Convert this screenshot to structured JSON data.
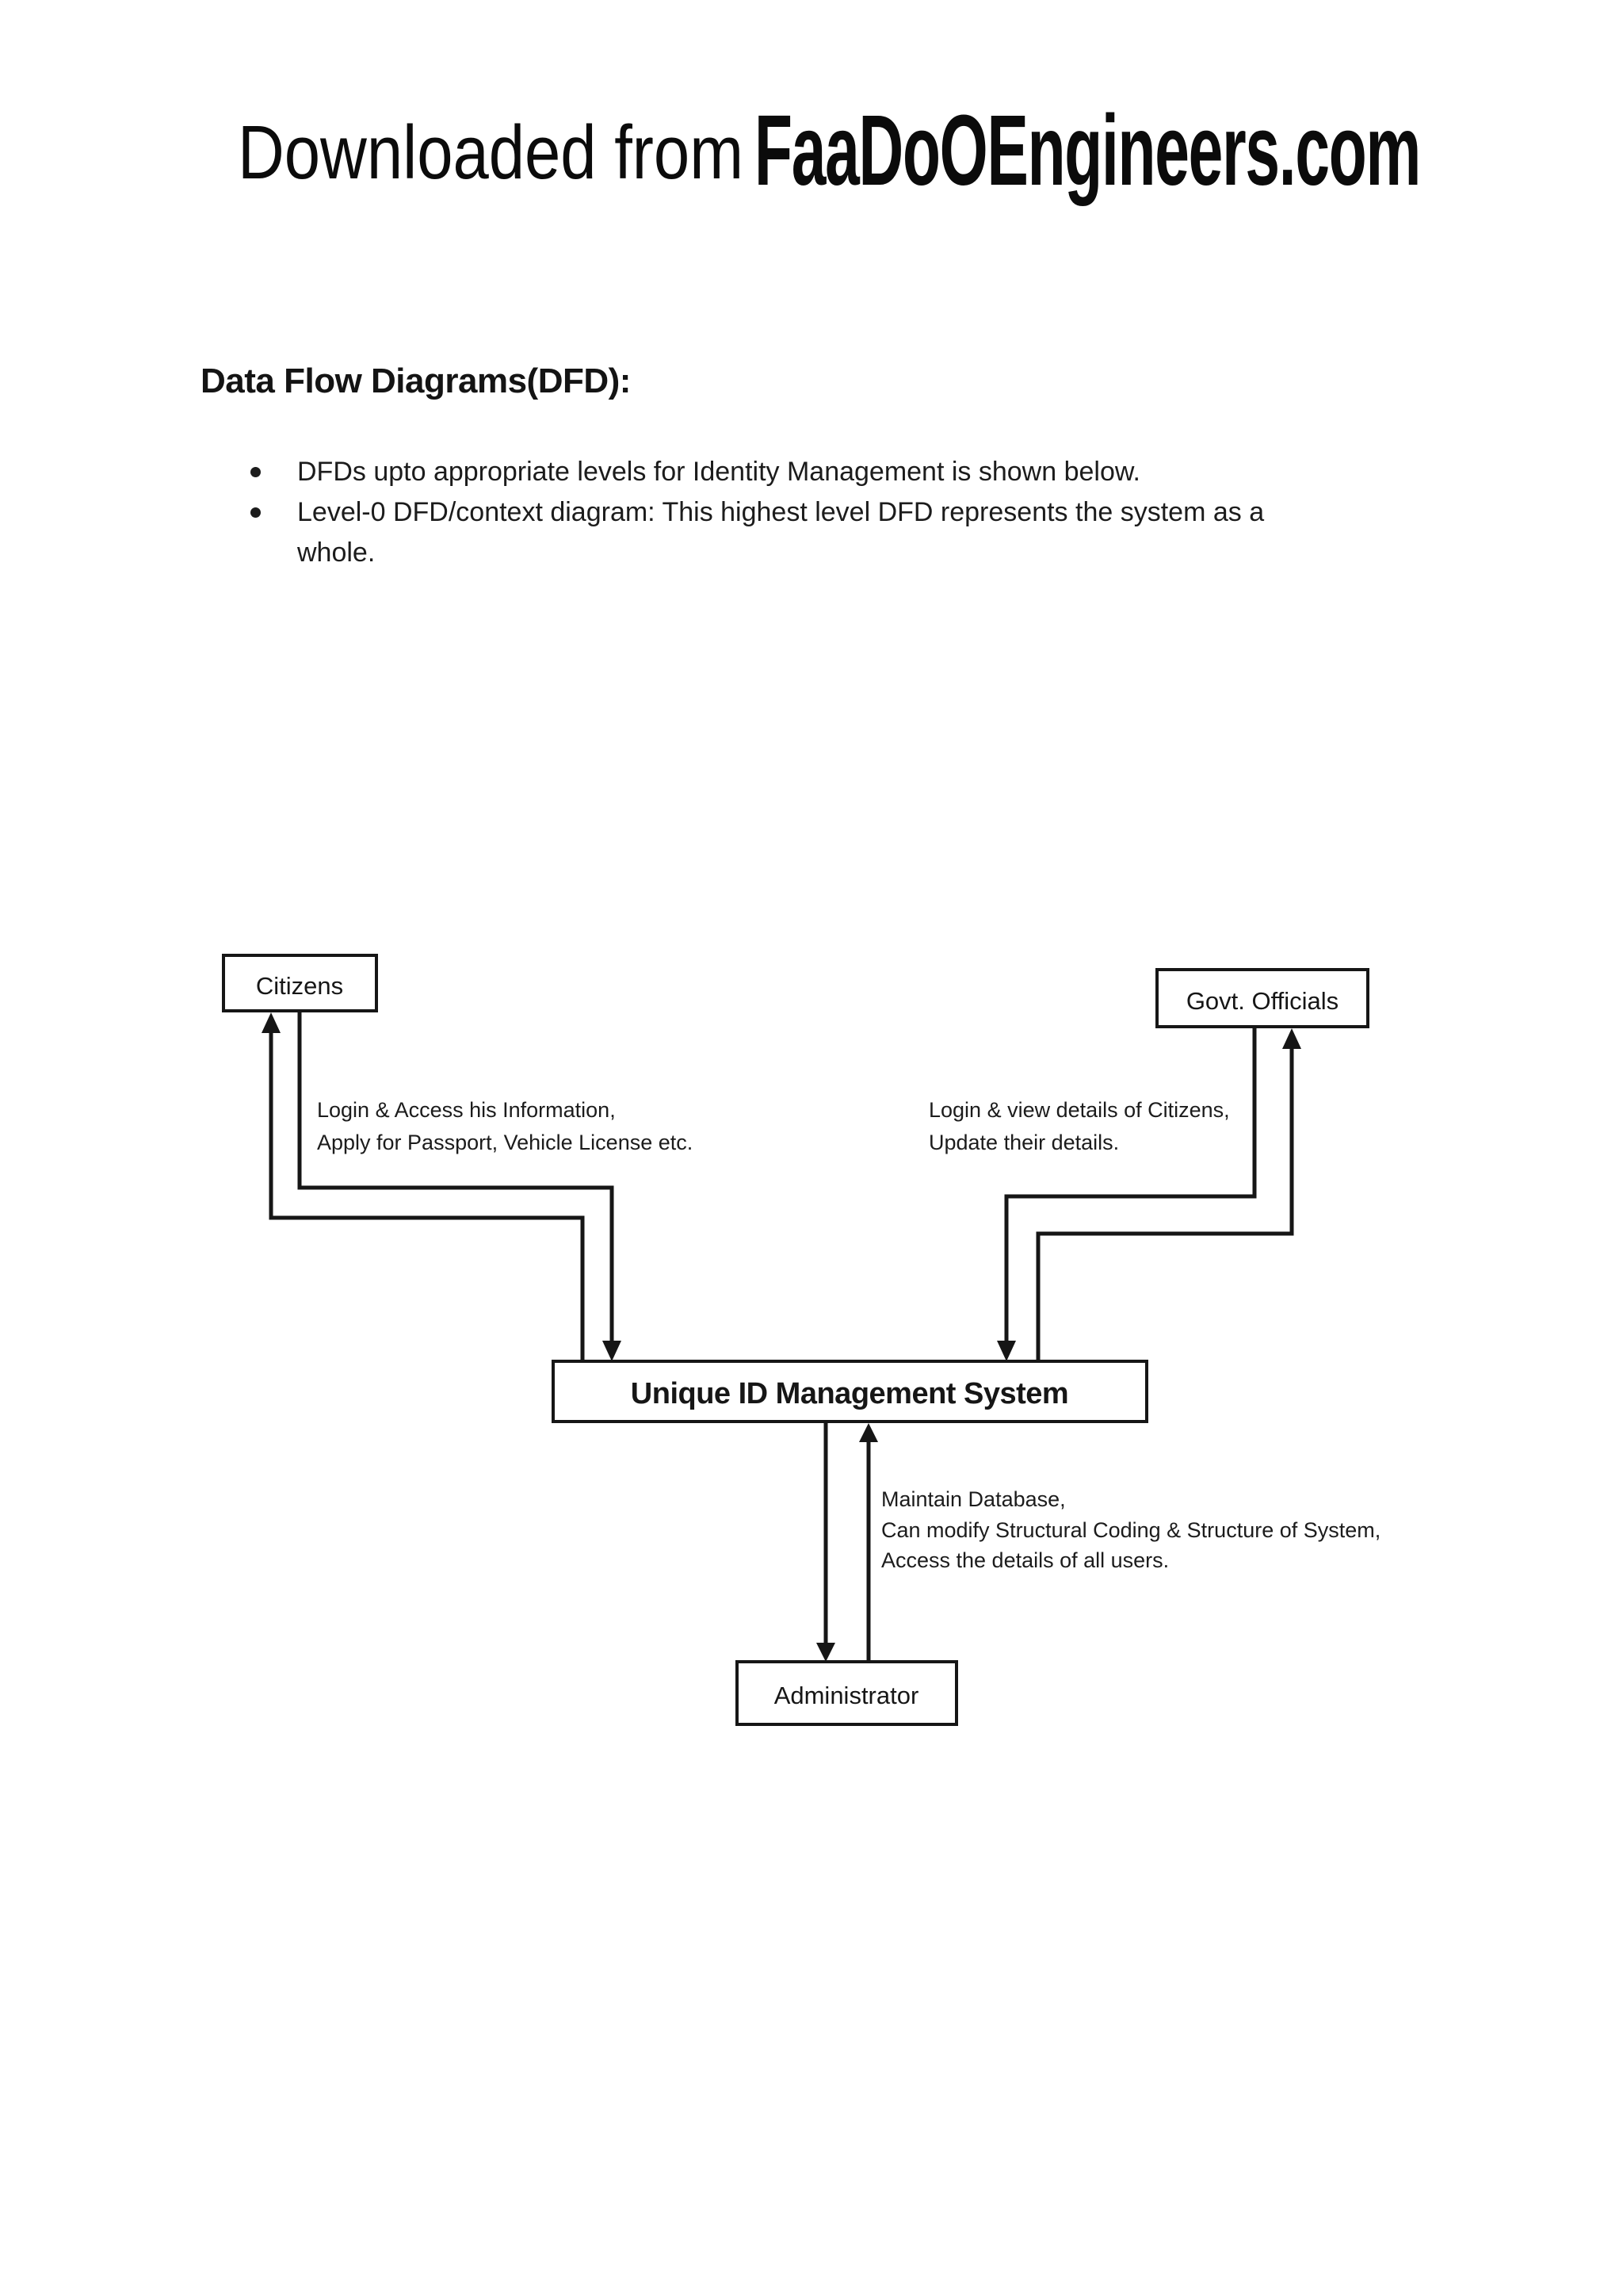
{
  "header": {
    "logo_prefix": "Downloaded from",
    "logo_brand": "FaaDoOEngineers.com"
  },
  "content": {
    "heading": "Data Flow Diagrams(DFD):",
    "bullets": [
      {
        "lines": [
          "DFDs upto appropriate levels for Identity Management is shown below."
        ]
      },
      {
        "lines": [
          "Level-0 DFD/context diagram: This highest level DFD represents the system as a",
          "whole."
        ]
      }
    ]
  },
  "diagram": {
    "type": "data-flow-context-diagram",
    "colors": {
      "ink": "#161616",
      "background": "#ffffff"
    },
    "nodes": [
      {
        "id": "citizens",
        "label": "Citizens"
      },
      {
        "id": "govt-officials",
        "label": "Govt. Officials"
      },
      {
        "id": "system",
        "label": "Unique ID Management System"
      },
      {
        "id": "administrator",
        "label": "Administrator"
      }
    ],
    "edges": [
      {
        "from": "citizens",
        "to": "system",
        "label_lines": [
          "Login & Access his Information,",
          "Apply for Passport, Vehicle License etc."
        ]
      },
      {
        "from": "system",
        "to": "citizens",
        "label_lines": []
      },
      {
        "from": "govt-officials",
        "to": "system",
        "label_lines": [
          "Login & view details of Citizens,",
          "Update their details."
        ]
      },
      {
        "from": "system",
        "to": "govt-officials",
        "label_lines": []
      },
      {
        "from": "administrator",
        "to": "system",
        "label_lines": [
          "Maintain Database,",
          "Can modify Structural Coding & Structure of System,",
          "Access the details of all users."
        ]
      },
      {
        "from": "system",
        "to": "administrator",
        "label_lines": []
      }
    ]
  }
}
